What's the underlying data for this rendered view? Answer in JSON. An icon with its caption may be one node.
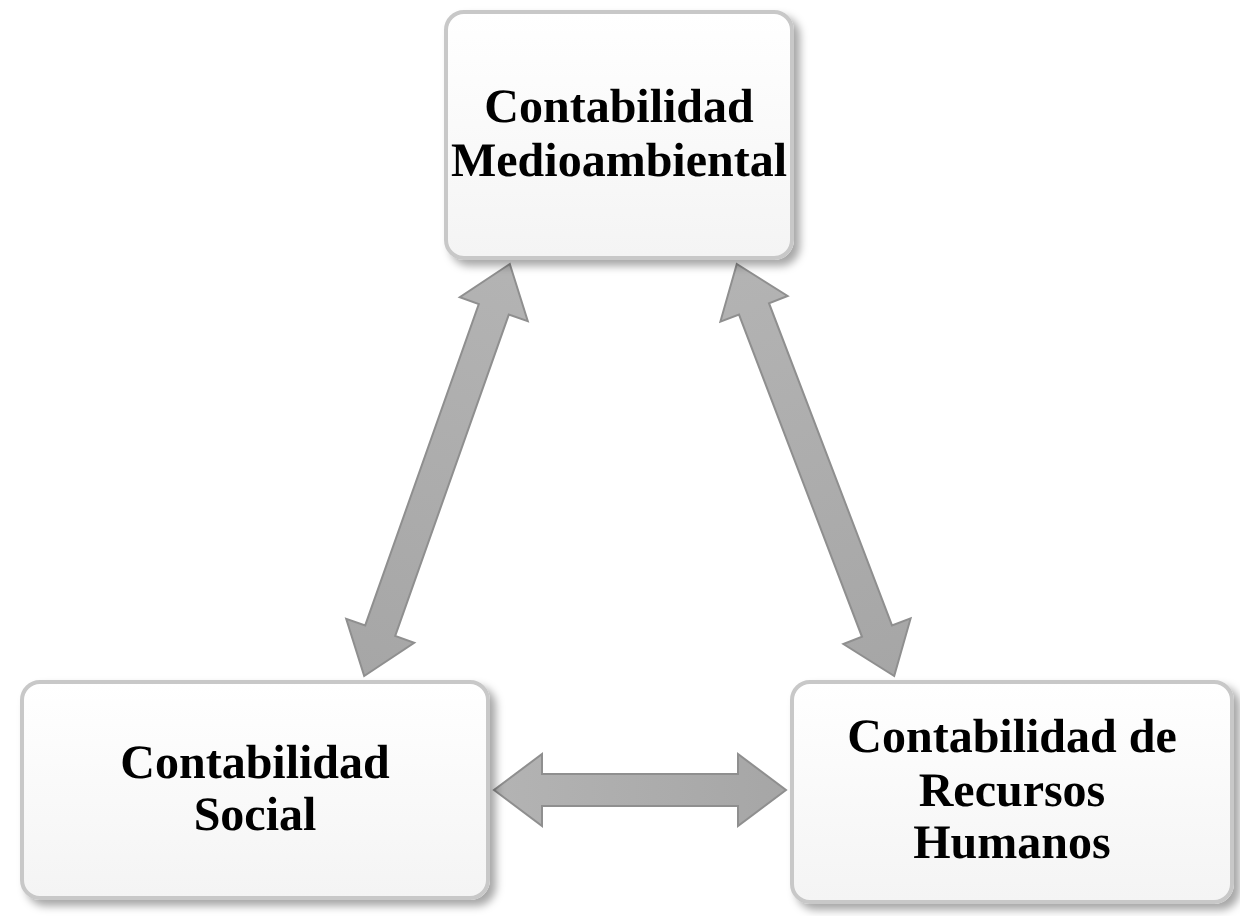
{
  "diagram": {
    "nodes": [
      {
        "text": [
          "Contabilidad Medioambiental"
        ]
      },
      {
        "text": [
          "Contabilidad Social"
        ]
      },
      {
        "text": [
          "Contabilidad de Recursos Humanos"
        ]
      }
    ],
    "edges": [
      {
        "from": 0,
        "to": 1,
        "arrow": "both"
      },
      {
        "from": 0,
        "to": 2,
        "arrow": "both"
      },
      {
        "from": 1,
        "to": 2,
        "arrow": "both"
      }
    ]
  }
}
